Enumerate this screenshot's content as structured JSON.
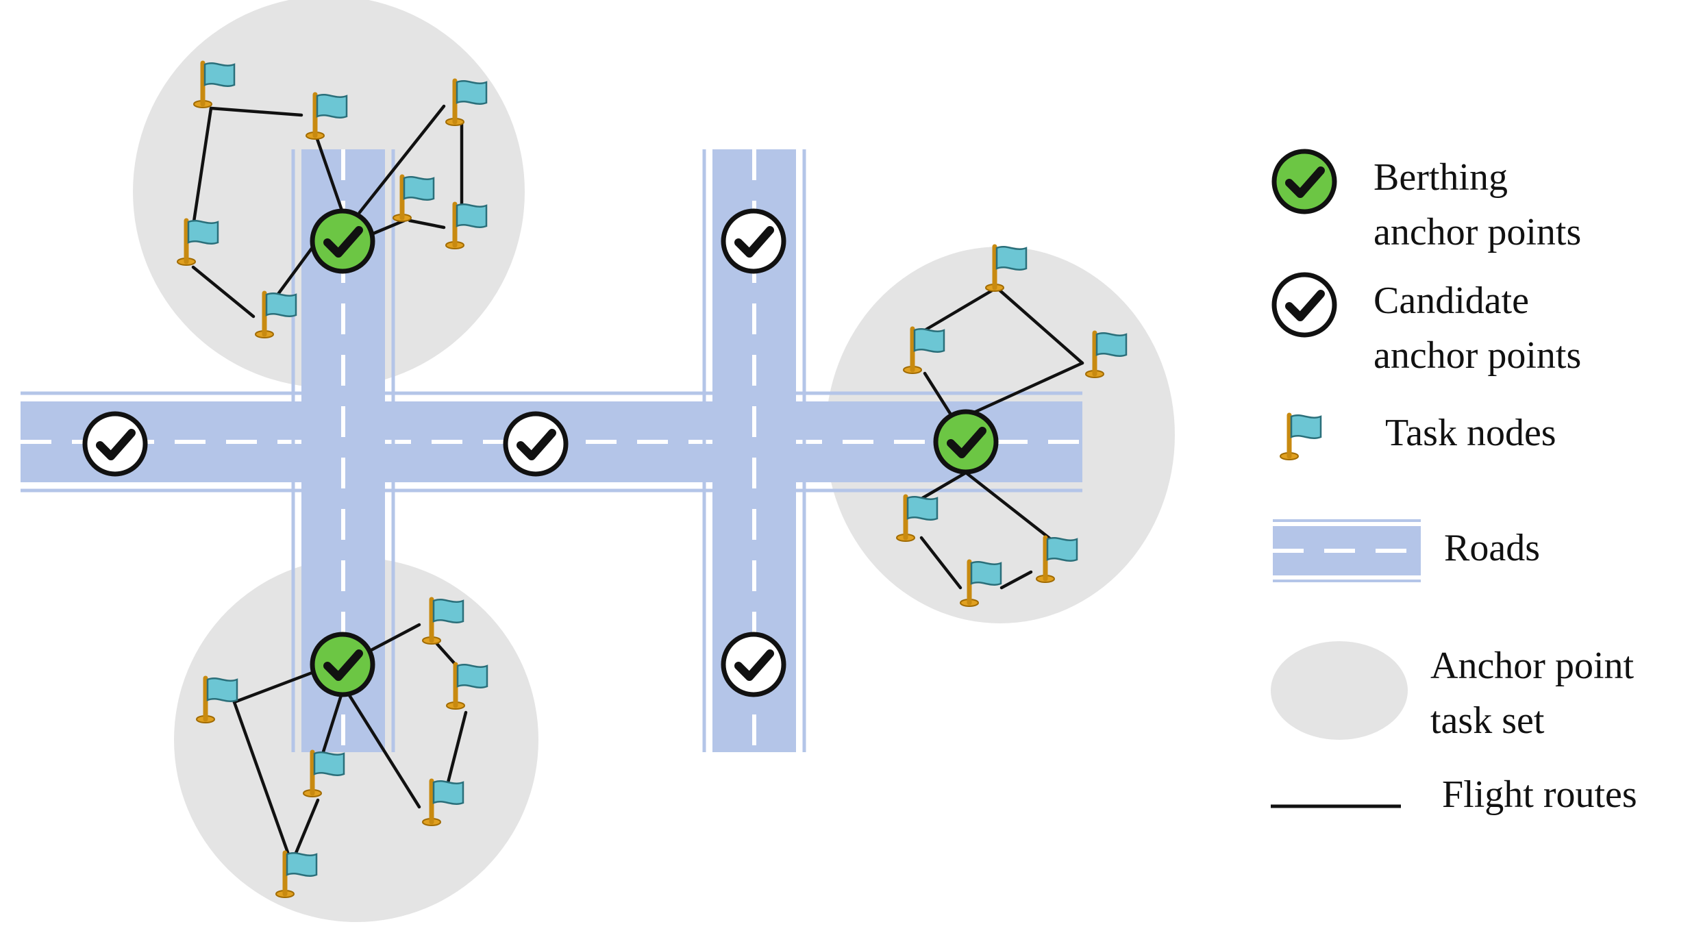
{
  "colors": {
    "road": "#b4c5e8",
    "road_edge": "#b4c5e8",
    "road_dash": "#ffffff",
    "task_set": "#e4e4e4",
    "berthing": "#6cc644",
    "candidate": "#ffffff",
    "flag": "#6cc6d4",
    "flag_pole": "#e0a020",
    "route": "#111111"
  },
  "icons": {
    "berthing": "check-circle-green-icon",
    "candidate": "check-circle-white-icon",
    "task_node": "flag-icon"
  },
  "legend": {
    "berthing": [
      "Berthing",
      "anchor points"
    ],
    "candidate": [
      "Candidate",
      "anchor points"
    ],
    "task_nodes": "Task nodes",
    "roads": "Roads",
    "task_set": [
      "Anchor point",
      "task set"
    ],
    "routes": "Flight routes"
  }
}
